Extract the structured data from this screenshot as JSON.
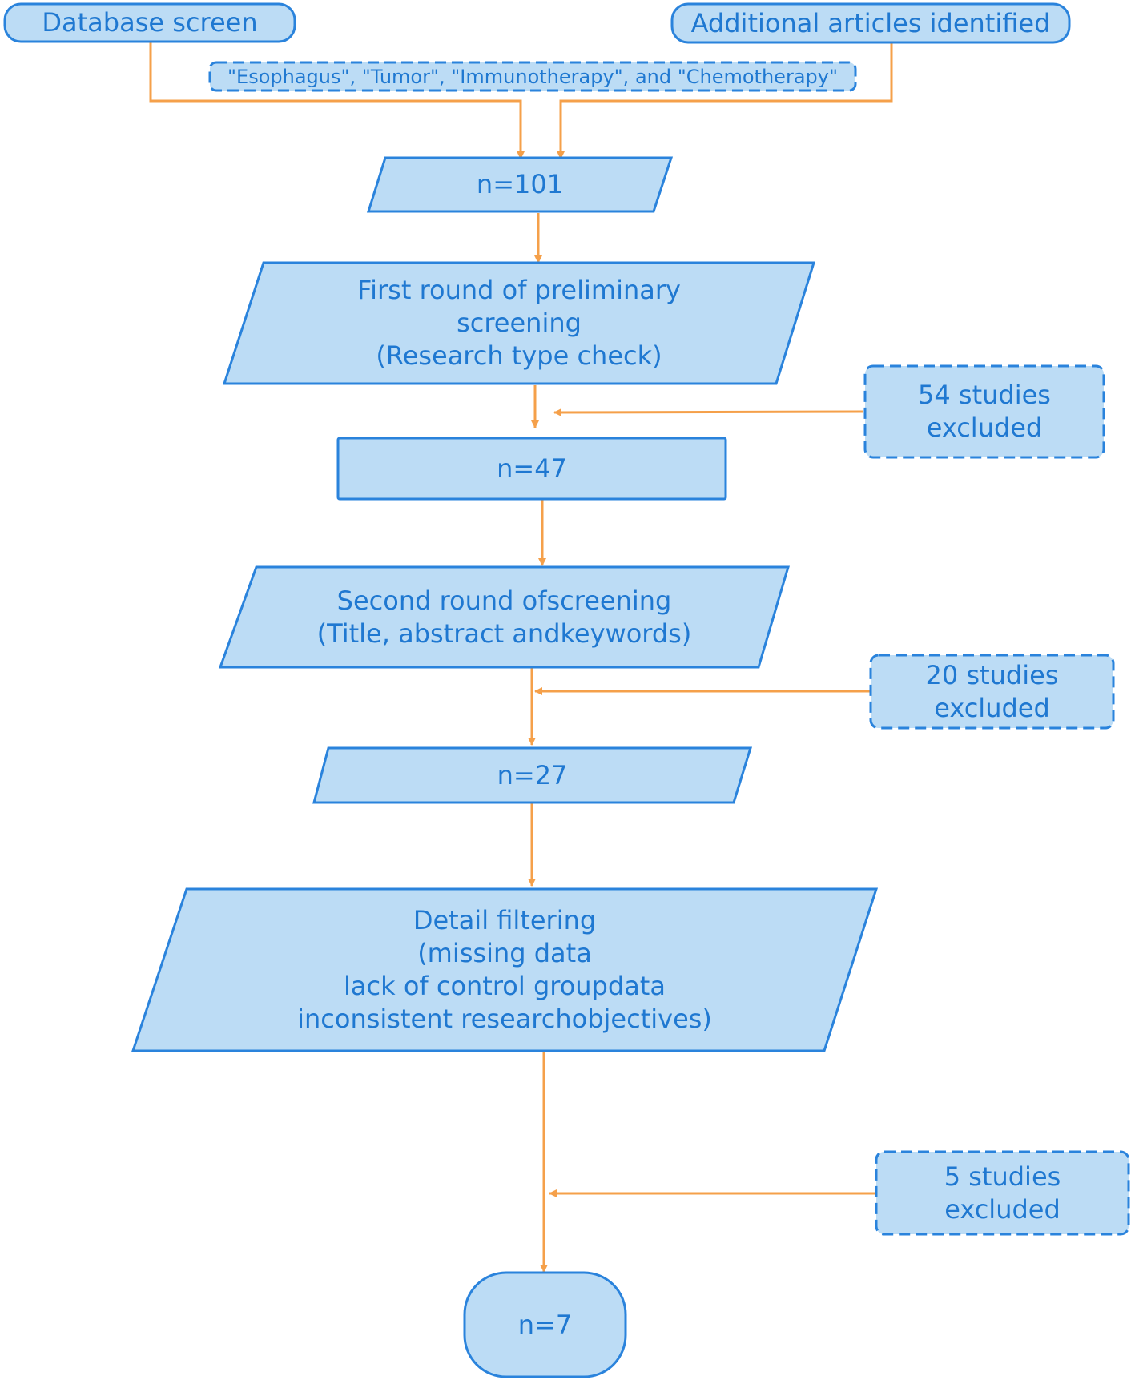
{
  "colors": {
    "box_fill": "#bcdcf5",
    "box_stroke": "#2a83dc",
    "text": "#1f78d1",
    "arrow": "#f5a04a"
  },
  "nodes": {
    "database_screen": "Database screen",
    "additional_articles": "Additional articles identified",
    "search_terms": "\"Esophagus\", \"Tumor\", \"Immunotherapy\", and \"Chemotherapy\"",
    "n101": "n=101",
    "first_round": {
      "line1": "First round of preliminary",
      "line2": "screening",
      "line3": "(Research type check)"
    },
    "excluded_54": {
      "line1": "54 studies",
      "line2": "excluded"
    },
    "n47": "n=47",
    "second_round": {
      "line1": "Second round ofscreening",
      "line2": "(Title, abstract andkeywords)"
    },
    "excluded_20": {
      "line1": "20 studies",
      "line2": "excluded"
    },
    "n27": "n=27",
    "detail_filtering": {
      "line1": "Detail filtering",
      "line2": "(missing data",
      "line3": "lack of control groupdata",
      "line4": "inconsistent researchobjectives)"
    },
    "excluded_5": {
      "line1": "5 studies",
      "line2": "excluded"
    },
    "n7": "n=7"
  }
}
